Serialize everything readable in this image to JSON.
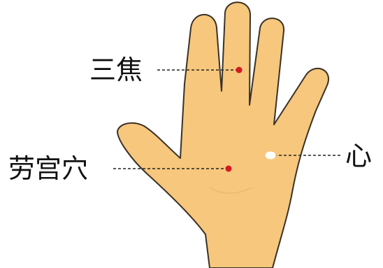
{
  "colors": {
    "hand_fill": "#F6C77C",
    "hand_outline": "#3A3128",
    "point_red": "#D41920",
    "point_white": "#FFFFFF",
    "text": "#111111"
  },
  "labels": {
    "sanjiao": "三焦",
    "laogong": "劳宫穴",
    "xin": "心"
  },
  "points": [
    {
      "id": "sanjiao",
      "color": "red"
    },
    {
      "id": "laogong",
      "color": "red"
    },
    {
      "id": "xin",
      "color": "white"
    }
  ]
}
